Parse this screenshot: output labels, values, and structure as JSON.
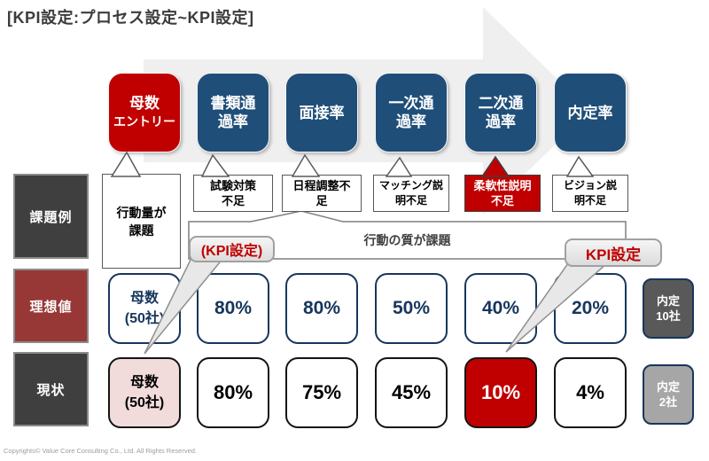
{
  "title": "[KPI設定:プロセス設定~KPI設定]",
  "colors": {
    "accent_red": "#c00000",
    "navy_box": "#1f4e79",
    "navy_border": "#17365d",
    "dark_gray_label": "#3f3f3f",
    "maroon_label": "#973836",
    "pink_cell": "#f2dcdb",
    "gray_result_ideal": "#595959",
    "gray_result_current": "#a6a6a6",
    "arrow_gray": "#efefef"
  },
  "steps": [
    {
      "line1": "母数",
      "line2": "エントリー"
    },
    {
      "line1": "書類通",
      "line2": "過率"
    },
    {
      "line1": "面接率",
      "line2": ""
    },
    {
      "line1": "一次通",
      "line2": "過率"
    },
    {
      "line1": "二次通",
      "line2": "過率"
    },
    {
      "line1": "内定率",
      "line2": ""
    }
  ],
  "issues": [
    {
      "line1": "行動量が",
      "line2": "課題"
    },
    {
      "line1": "試験対策",
      "line2": "不足"
    },
    {
      "line1": "日程調整不",
      "line2": "足"
    },
    {
      "line1": "マッチング説",
      "line2": "明不足"
    },
    {
      "line1": "柔軟性説明",
      "line2": "不足"
    },
    {
      "line1": "ビジョン説",
      "line2": "明不足"
    }
  ],
  "row_labels": {
    "issues": "課題例",
    "ideal": "理想値",
    "current": "現状"
  },
  "quality_issue_label": "行動の質が課題",
  "kpi_setting_left": "(KPI設定)",
  "kpi_setting_right": "KPI設定",
  "ideal": {
    "base_line1": "母数",
    "base_line2": "(50社)",
    "rates": [
      "80%",
      "80%",
      "50%",
      "40%",
      "20%"
    ],
    "result_line1": "内定",
    "result_line2": "10社"
  },
  "current": {
    "base_line1": "母数",
    "base_line2": "(50社)",
    "rates": [
      "80%",
      "75%",
      "45%",
      "10%",
      "4%"
    ],
    "result_line1": "内定",
    "result_line2": "2社"
  },
  "footer": {
    "copyright": "Copyrights© Value Core Consulting Co., Ltd. All Rights Reserved."
  }
}
